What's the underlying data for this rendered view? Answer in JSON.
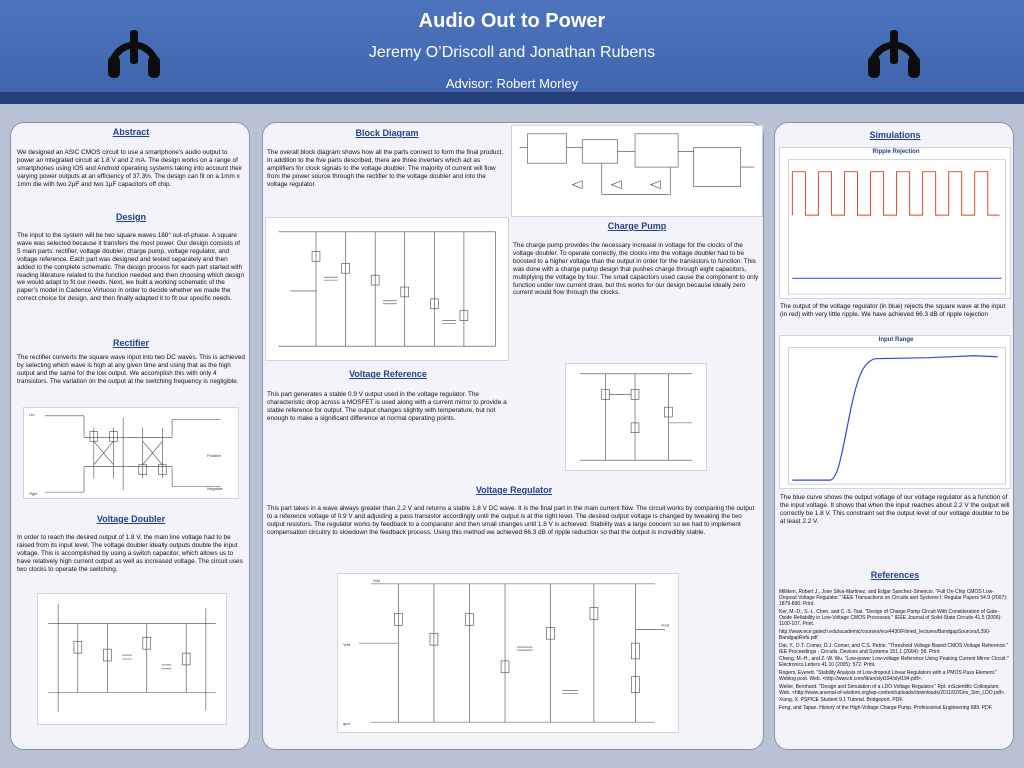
{
  "header": {
    "title": "Audio Out to Power",
    "authors": "Jeremy O’Driscoll and Jonathan Rubens",
    "advisor": "Advisor: Robert Morley"
  },
  "abstract": {
    "heading": "Abstract",
    "text": "We designed an ASIC CMOS circuit to use a smartphone’s audio output to power an integrated circuit at 1.8 V and 2 mA. The design works on a range of smartphones using iOS and Android operating systems taking into account their varying power outputs at an efficiency of 37.3%. The design can fit on a 1mm x 1mm die with two 2µF and two 1µF capacitors off chip."
  },
  "design": {
    "heading": "Design",
    "text": "The input to the system will be two square waves 180° out-of-phase. A square wave was selected because it transfers the most power. Our design consists of 5 main parts: rectifier, voltage doubler, charge pump, voltage regulator, and voltage reference. Each part was designed and tested separately and then added to the complete schematic. The design process for each part started with reading literature related to the function needed and then choosing which design we would adapt to fit our needs. Next, we built a working schematic of the paper’s model in Cadence Virtuoso in order to decide whether we made the correct choice for design, and then finally adapted it to fit our specific needs."
  },
  "rectifier": {
    "heading": "Rectifier",
    "text": "The rectifier converts the square wave input into two DC waves. This is achieved by selecting which wave is high at any given time and using that as the high output and the same for the low output. We accomplish this with only 4 transistors. The variation on the output at the switching frequency is negligible.",
    "labels": {
      "left_top": "Lin",
      "left_bottom": "Rgin",
      "right_top": "Positive",
      "right_bottom": "Negative"
    }
  },
  "voltage_doubler": {
    "heading": "Voltage Doubler",
    "text": "In order to reach the desired output of 1.8 V, the main line voltage had to be raised from its input level. The voltage doubler ideally outputs double the input voltage. This is accomplished by using a switch capacitor, which allows us to have relatively high current output as well as increased voltage. The circuit uses two clocks to operate the switching."
  },
  "block_diagram": {
    "heading": "Block Diagram",
    "text": "The overall block diagram shows how all the parts connect to form the final product. In addition to the five parts described, there are three inverters which act as amplifiers for clock signals to the voltage doubler. The majority of current will flow from the power source through the rectifier to the voltage doubler and into the voltage regulator."
  },
  "charge_pump": {
    "heading": "Charge Pump",
    "text": "The charge pump provides the necessary increase in voltage for the clocks of the voltage doubler. To operate correctly, the clocks into the voltage doubler had to be boosted to a higher voltage than the output in order for the transistors to function. This was done with a charge pump design that pushes charge through eight capacitors, multiplying the voltage by four. The small capacitors used cause the component to only function under low current draw, but this works for our design because ideally zero current would flow through the clocks."
  },
  "voltage_reference": {
    "heading": "Voltage Reference",
    "text": "This part generates a stable 0.9 V output used in the voltage regulator. The characteristic drop across a MOSFET is used along with a current mirror to provide a stable reference for output. The output changes slightly with temperature, but not enough to make a significant difference at normal operating points."
  },
  "voltage_regulator": {
    "heading": "Voltage Regulator",
    "text": "This part takes in a wave always greater than 2.2 V and returns a stable 1.8 V DC wave. It is the final part in the main current flow. The circuit works by comparing the output to a reference voltage of 0.9 V and adjusting a pass transistor accordingly until the output is at the right level. The desired output voltage is changed by tweaking the two output resistors. The regulator works by feedback to a comparator and then small changes until 1.8 V is achieved. Stability was a large concern so we had to implement compensation circuitry to slowdown the feedback process. Using this method we achieved 66.3 dB of ripple reduction so that the output is incredibly stable.",
    "labels": {
      "vdd": "Vdd",
      "vref": "Vref",
      "vout": "Vout",
      "gnd": "gnd"
    }
  },
  "simulations": {
    "heading": "Simulations",
    "ripple_title": "Ripple Rejection",
    "ripple_text": "The output of the voltage regulator (in blue) rejects the square wave at the input (in red) with very little ripple. We have achieved 66.3 dB of ripple rejection",
    "input_title": "Input Range",
    "input_text": "The blue curve shows the output voltage of our voltage regulator as a function of the input voltage. It shows that when the input reaches about 2.2 V the output will correctly be 1.8 V. This constraint set the output level of our voltage doubler to be at least 2.2 V."
  },
  "references": {
    "heading": "References",
    "items": [
      "Milliken, Robert J., Jose Silva-Martinez, and Edgar Sanchez-Sinencio. \"Full On-Chip CMOS Low-Dropout Voltage Regulator.\" IEEE Transactions on Circuits and Systems I: Regular Papers 54.9 (2007): 1879-890. Print.",
      "Ker, M.-D., S.-L. Chen, and C.-S. Tsai. \"Design of Charge Pump Circuit With Consideration of Gate-Oxide Reliability in Low-Voltage CMOS Processes.\" IEEE Journal of Solid-State Circuits 41.5 (2006): 1100-107. Print.",
      "http://www.ece.gatech.edu/academic/courses/ece4430/Filmed_lectures/BandgapSources/L390-BandgapRefs.pdf",
      "Dai, Y., D.T. Comer, D.J. Comer, and C.S. Petrie. \"Threshold Voltage Based CMOS Voltage Reference.\" IEE Proceedings - Circuits, Devices and Systems 151.1 (2004): 58. Print.",
      "Cheng, M.-H., and Z.-W. Wu. \"Low-power Low-voltage Reference Using Peaking Current Mirror Circuit.\" Electronics Letters 41.10 (2005): 572. Print.",
      "Rogers, Everett. \"Stability Analysis of Low-dropout Linear Regulators with a PMOS Pass Element.\" Weblog post. Web. <http://www.ti.com/lit/an/slyt194/slyt194.pdf>.",
      "Weller, Bernhard. \"Design and Simulation of a LDO Voltage Regulator.\" Rpt. inScientific Colloquium. Web. <http://www.arsenal-of-wisdom.org/wp-content/uploads/downloads/2011/02/Des_Sim_LDO.pdf>.",
      "Xiong, X. PSPICE Student 9.1 Tutorial. Bridgeport. PDF.",
      "Feng, and Tapan. History of the High-Voltage Charge Pump. Professional Engineering 689. PDF."
    ]
  },
  "colors": {
    "header": "#4068b0",
    "heading": "#243f8c",
    "wave_red": "#d84a2c",
    "wave_blue": "#2a4bd8"
  }
}
